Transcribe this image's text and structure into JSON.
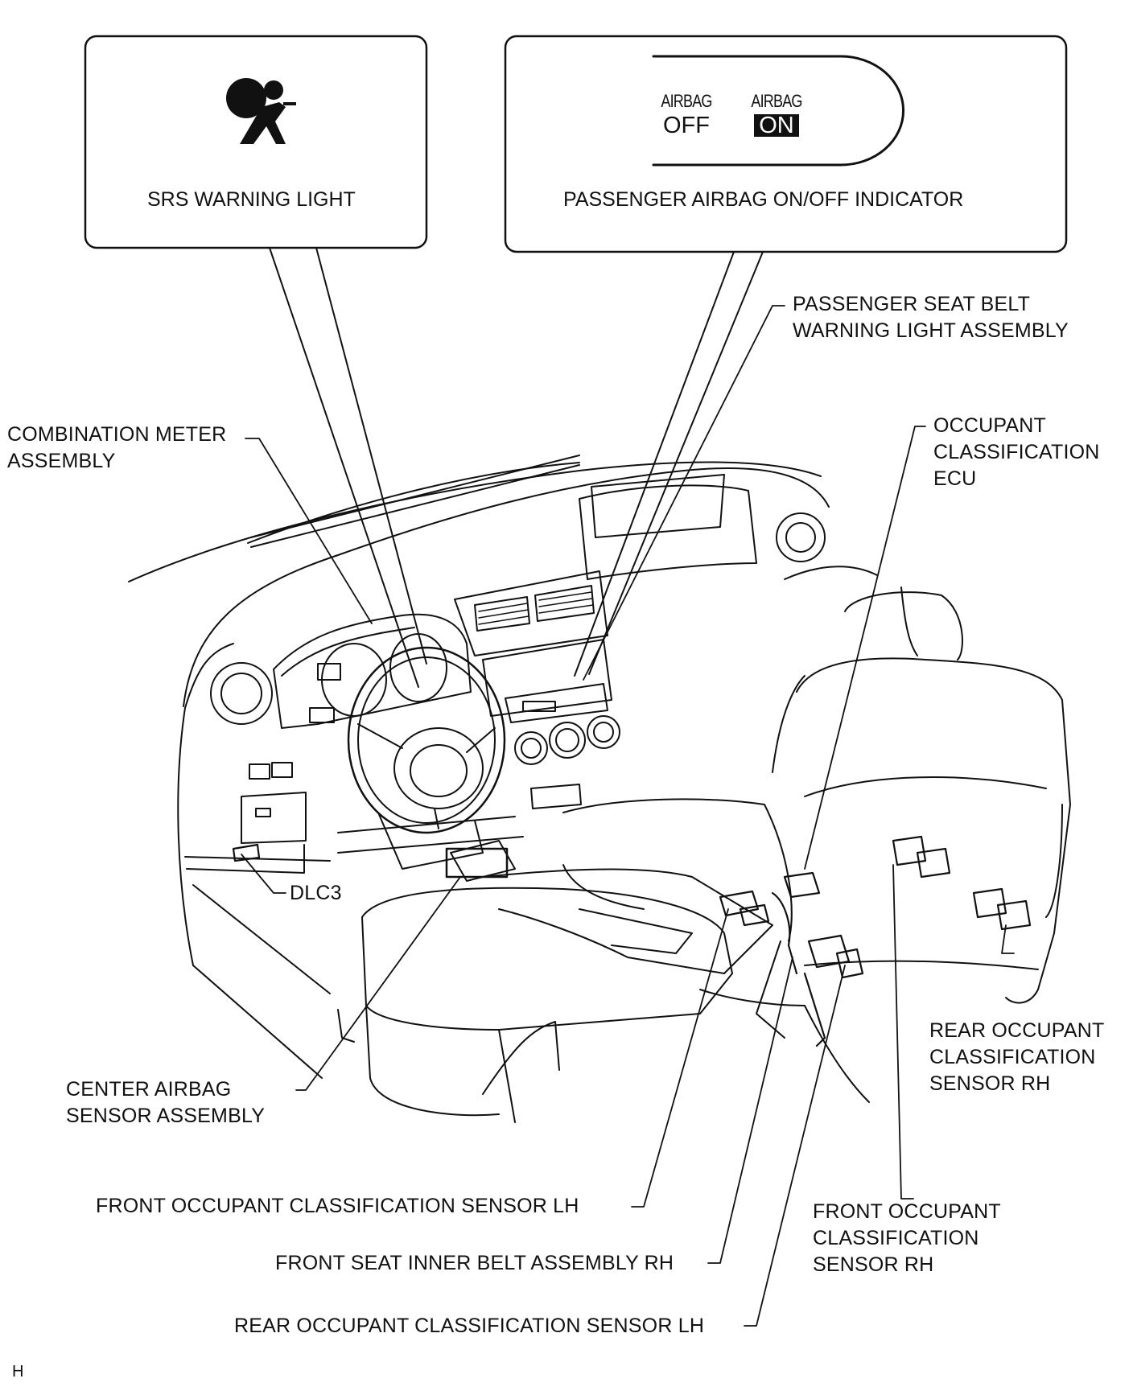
{
  "callouts": {
    "srs": {
      "title": "SRS WARNING LIGHT",
      "icon": "airbag-warning-icon"
    },
    "passenger": {
      "title": "PASSENGER AIRBAG ON/OFF INDICATOR",
      "off_top": "AIRBAG",
      "off_bottom": "OFF",
      "on_top": "AIRBAG",
      "on_bottom": "ON"
    }
  },
  "labels": {
    "passenger_belt_1": "PASSENGER SEAT BELT",
    "passenger_belt_2": "WARNING LIGHT ASSEMBLY",
    "combo_1": "COMBINATION METER",
    "combo_2": "ASSEMBLY",
    "occ_ecu_1": "OCCUPANT",
    "occ_ecu_2": "CLASSIFICATION",
    "occ_ecu_3": "ECU",
    "dlc3": "DLC3",
    "center_1": "CENTER AIRBAG",
    "center_2": "SENSOR ASSEMBLY",
    "rear_rh_1": "REAR OCCUPANT",
    "rear_rh_2": "CLASSIFICATION",
    "rear_rh_3": "SENSOR RH",
    "front_lh": "FRONT OCCUPANT CLASSIFICATION SENSOR LH",
    "front_rh_1": "FRONT OCCUPANT",
    "front_rh_2": "CLASSIFICATION",
    "front_rh_3": "SENSOR RH",
    "inner_belt": "FRONT SEAT INNER BELT ASSEMBLY RH",
    "rear_lh": "REAR OCCUPANT CLASSIFICATION SENSOR LH"
  },
  "corner_mark": "H"
}
